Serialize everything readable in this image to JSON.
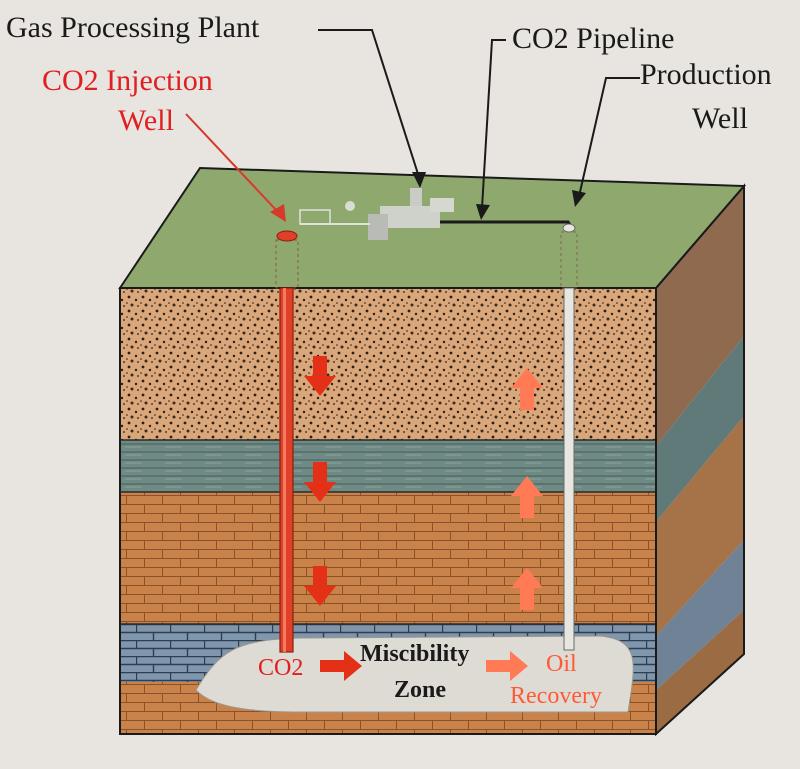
{
  "labels": {
    "gas_plant": "Gas Processing Plant",
    "co2_pipeline": "CO2 Pipeline",
    "production_well_line1": "Production",
    "production_well_line2": "Well",
    "injection_well_line1": "CO2 Injection",
    "injection_well_line2": "Well",
    "co2": "CO2",
    "miscibility_line1": "Miscibility",
    "miscibility_line2": "Zone",
    "oil_line1": "Oil",
    "oil_line2": "Recovery"
  },
  "colors": {
    "background": "#e8e4e0",
    "surface": "#8fa86e",
    "injection_pipe": "#e04028",
    "production_pipe": "#e8e6e0",
    "arrow_down": "#e53018",
    "arrow_up": "#ff7a55",
    "label_red": "#e02020"
  }
}
